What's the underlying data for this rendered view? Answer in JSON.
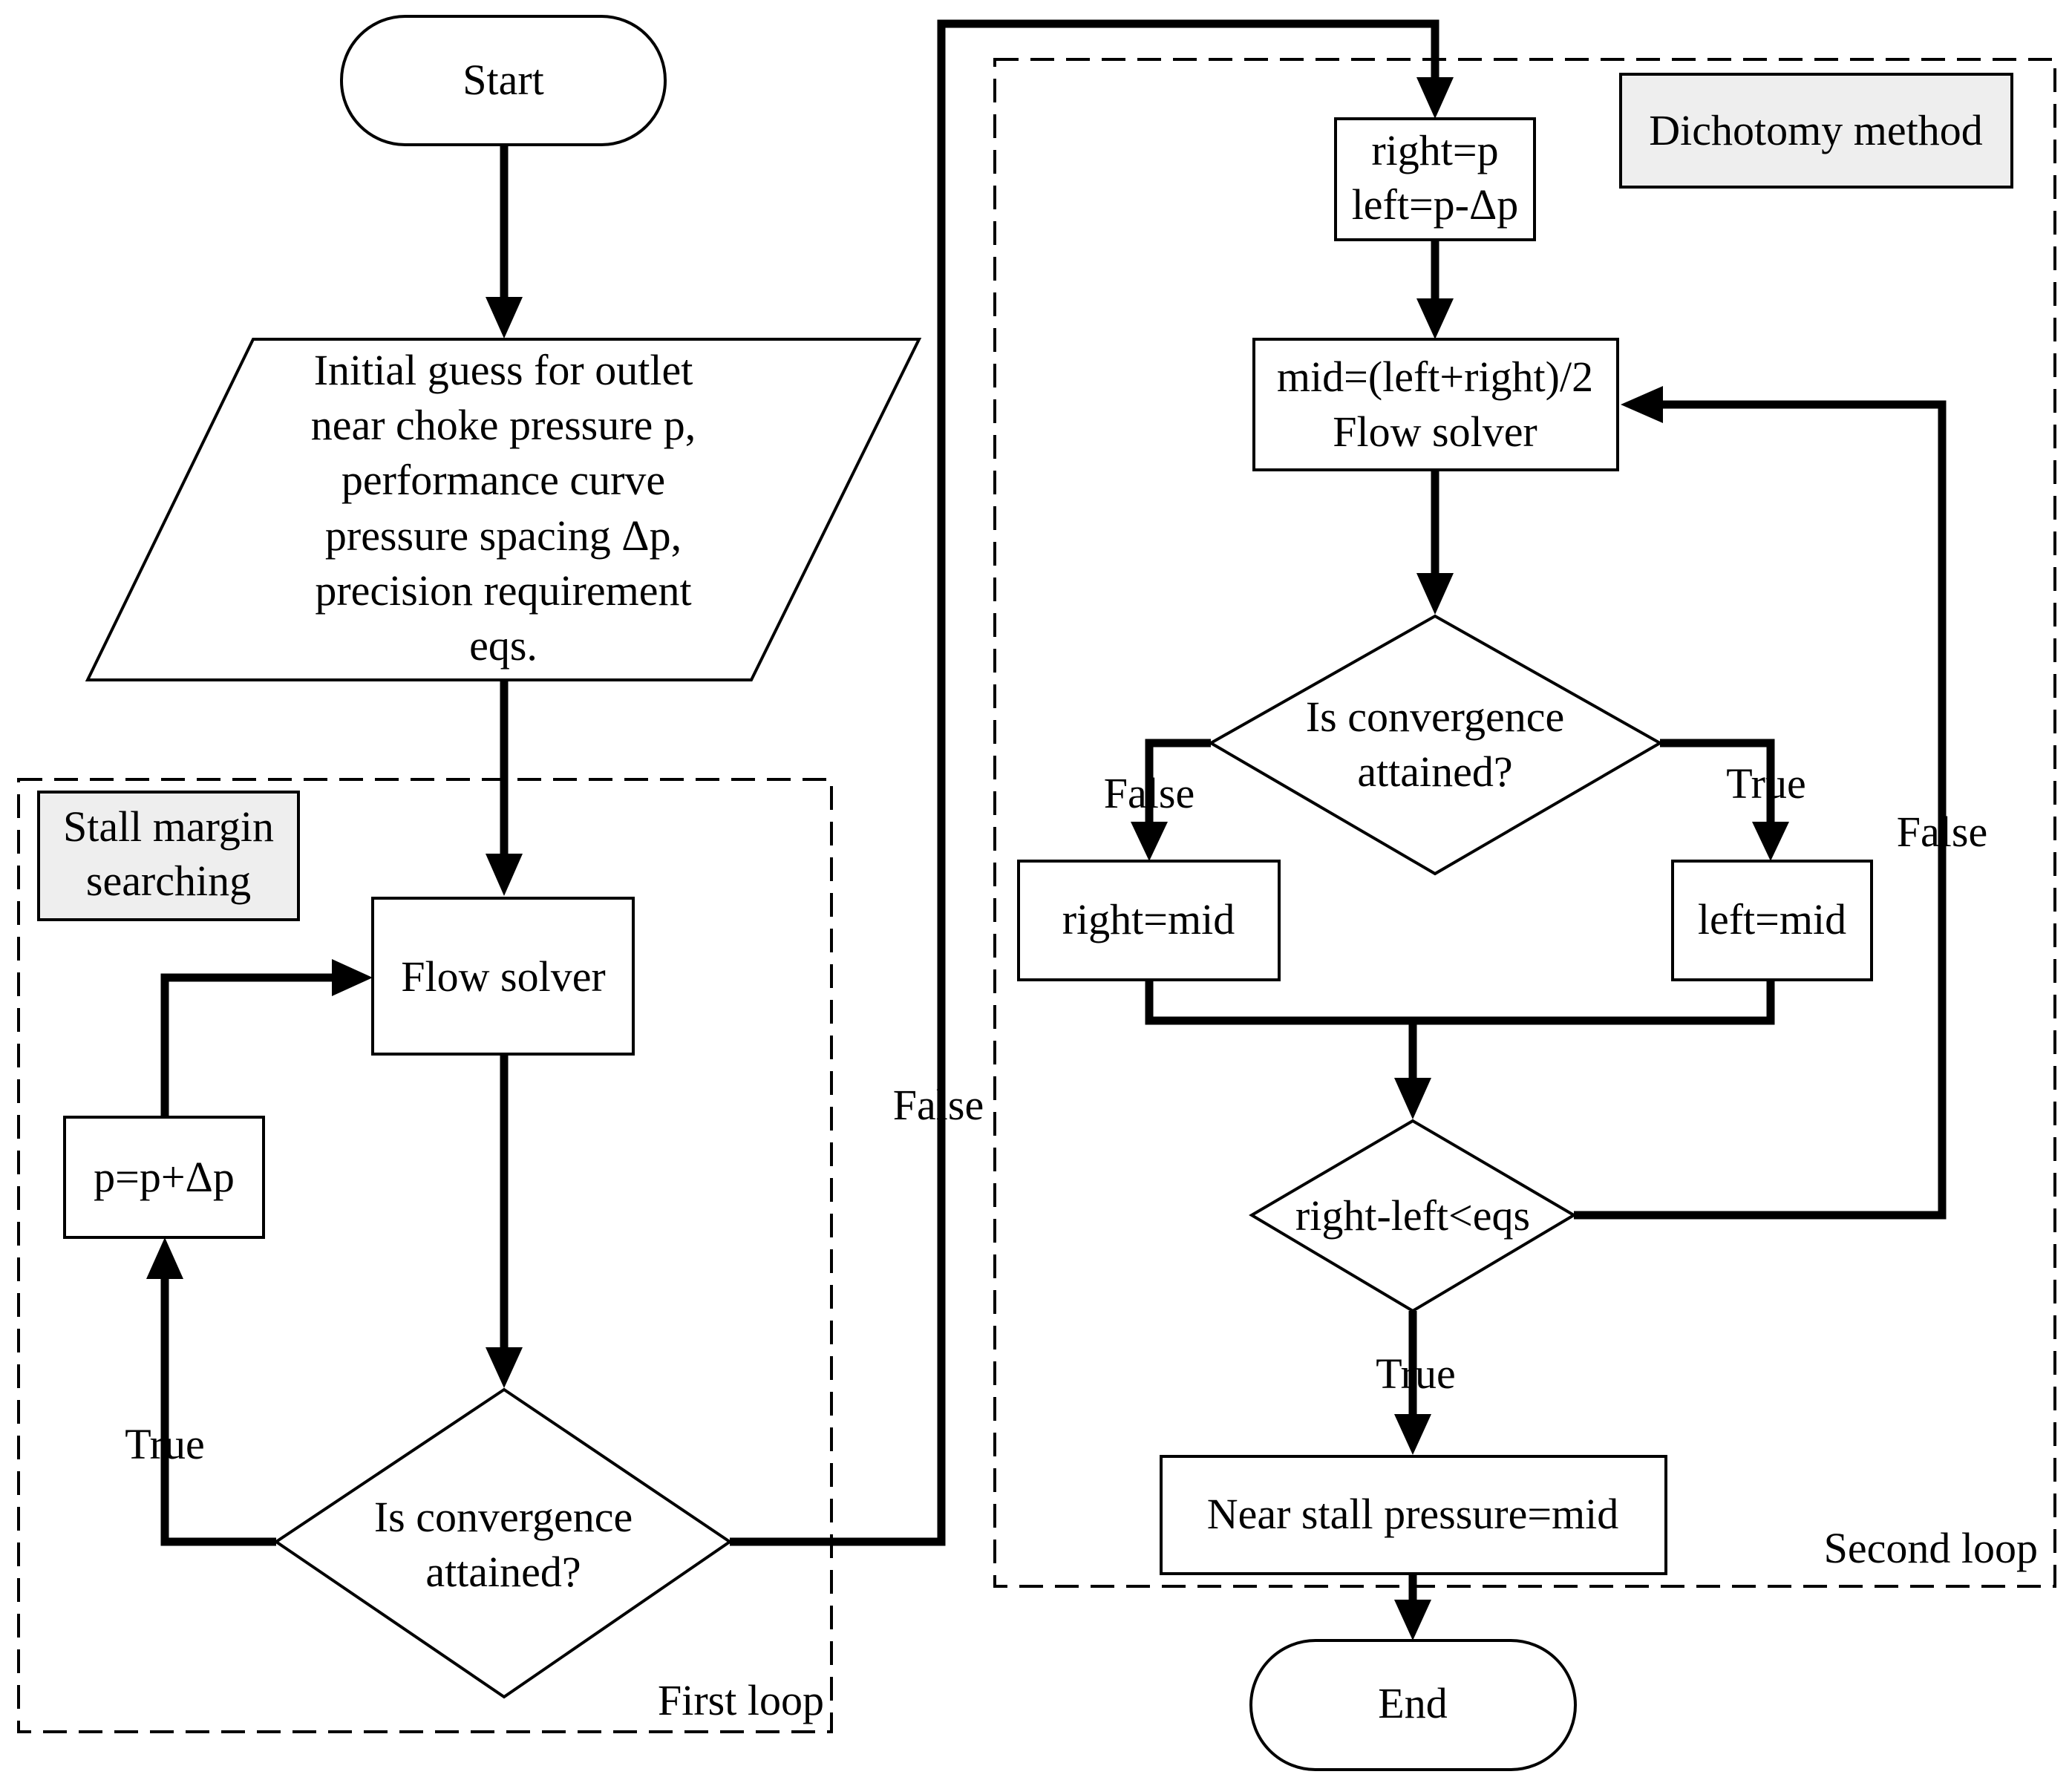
{
  "nodes": {
    "start": "Start",
    "input": [
      "Initial guess for outlet",
      "near choke pressure p,",
      "performance curve",
      "pressure spacing Δp,",
      "precision requirement",
      "eqs."
    ],
    "flow_solver_1": "Flow solver",
    "p_update": "p=p+Δp",
    "decision_1": [
      "Is  convergence",
      "attained?"
    ],
    "bounds": [
      "right=p",
      "left=p-Δp"
    ],
    "mid_solver": [
      "mid=(left+right)/2",
      "Flow solver"
    ],
    "decision_2": [
      "Is  convergence",
      "attained?"
    ],
    "right_mid": "right=mid",
    "left_mid": "left=mid",
    "check": "right-left<eqs",
    "result": "Near stall pressure=mid",
    "end": "End"
  },
  "groups": {
    "stall_margin": [
      "Stall margin",
      "searching"
    ],
    "dichotomy": "Dichotomy method",
    "first_loop": "First loop",
    "second_loop": "Second loop"
  },
  "edge_labels": {
    "d1_true": "True",
    "d1_false": "False",
    "d2_false": "False",
    "d2_true": "True",
    "check_false": "False",
    "check_true": "True"
  }
}
